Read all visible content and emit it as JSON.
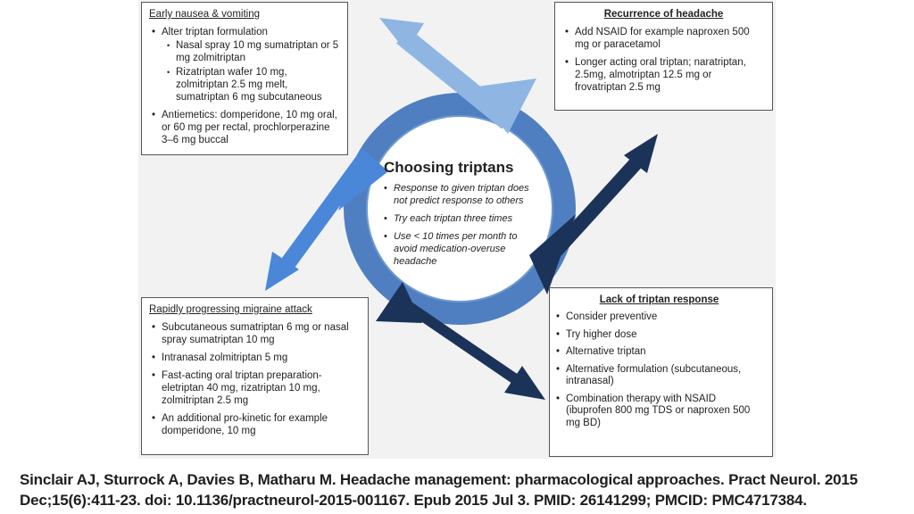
{
  "colors": {
    "ring_outer": "#4f7fc0",
    "ring_inner": "#6f9ad0",
    "arrow_light": "#8fb6e2",
    "arrow_medium": "#4a87d8",
    "arrow_dark": "#1b3358",
    "figure_background": "#f2f2f2"
  },
  "center": {
    "title": "Choosing triptans",
    "items": [
      "Response to given triptan does not predict response to others",
      "Try each triptan three times",
      "Use < 10 times per month to avoid medication-overuse headache"
    ]
  },
  "boxes": {
    "early_nausea": {
      "title": "Early nausea & vomiting",
      "items": [
        {
          "text": "Alter triptan formulation",
          "subitems": [
            "Nasal spray 10 mg sumatriptan or 5 mg zolmitriptan",
            "Rizatriptan wafer 10 mg, zolmitriptan 2.5 mg melt, sumatriptan 6 mg subcutaneous"
          ]
        },
        {
          "text": "Antiemetics: domperidone, 10 mg oral, or 60 mg per rectal, prochlorperazine 3–6 mg buccal",
          "subitems": []
        }
      ]
    },
    "recurrence": {
      "title": "Recurrence of headache",
      "items": [
        "Add NSAID for example naproxen 500 mg or paracetamol",
        "Longer acting oral triptan; naratriptan, 2.5mg, almotriptan 12.5 mg or frovatriptan 2.5 mg"
      ]
    },
    "rapid": {
      "title": "Rapidly progressing migraine attack",
      "items": [
        "Subcutaneous sumatriptan 6 mg or nasal spray sumatriptan 10 mg",
        "Intranasal zolmitriptan 5 mg",
        "Fast-acting oral triptan preparation-eletriptan 40 mg, rizatriptan 10 mg, zolmitriptan 2.5 mg",
        "An additional pro-kinetic for example domperidone, 10 mg"
      ]
    },
    "lack": {
      "title": "Lack of triptan response",
      "items": [
        "Consider preventive",
        "Try higher dose",
        "Alternative triptan",
        "Alternative formulation (subcutaneous, intranasal)",
        "Combination therapy with NSAID (ibuprofen 800 mg TDS or naproxen 500 mg BD)"
      ]
    }
  },
  "citation": "Sinclair AJ, Sturrock A, Davies B, Matharu M. Headache management: pharmacological approaches. Pract Neurol. 2015 Dec;15(6):411-23. doi: 10.1136/practneurol-2015-001167. Epub 2015 Jul 3. PMID: 26141299; PMCID: PMC4717384."
}
